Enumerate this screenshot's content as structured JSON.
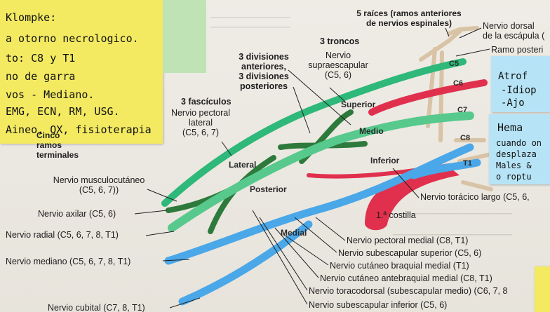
{
  "notes": {
    "yellow_left": [
      "Klompke:",
      "a otorno necrologico.",
      "to: C8 y T1",
      "no de garra",
      "vos - Mediano.",
      "EMG, ECN, RM, USG.",
      "Aineo, QX, fisioterapia"
    ],
    "blue_top_right": [
      "Atrof",
      "-Idiop",
      "-Ajo"
    ],
    "blue_mid_right": [
      "Hema",
      "cuando on",
      "desplaza",
      "Males &",
      "o roptu"
    ]
  },
  "colors": {
    "yellow_note": "#f3ea62",
    "blue_note": "#b6e4f6",
    "green_note": "#bfe3b4",
    "upper_trunk": "#2eb87a",
    "middle_trunk": "#58c98d",
    "lower_trunk": "#4aa7e8",
    "posterior_division": "#2d7a3c",
    "artery_and_rib": "#e0304d",
    "nerve_root": "#d8c3a6"
  },
  "labels": {
    "five_roots": "5 raíces (ramos anteriores\nde nervios espinales)",
    "dorsal_scapular": "Nervio dorsal\nde la escápula (",
    "posterior_branch": "Ramo posteri",
    "three_trunks": "3 troncos",
    "suprascapular": "Nervio\nsupraescapular\n(C5, 6)",
    "three_divisions": "3 divisiones\nanteriores,\n3 divisiones\nposteriores",
    "three_cords": "3 fascículos",
    "lateral_pectoral": "Nervio pectoral\nlateral\n(C5, 6, 7)",
    "five_terminal": "Cinco\nramos\nterminales",
    "musculocutaneous": "Nervio musculocutáneo\n(C5, 6, 7))",
    "axillary": "Nervio axilar (C5, 6)",
    "radial": "Nervio radial (C5, 6, 7, 8, T1)",
    "median": "Nervio mediano (C5, 6, 7, 8, T1)",
    "ulnar": "Nervio cubital (C7, 8, T1)",
    "long_thoracic": "Nervio torácico largo (C5, 6,",
    "first_rib": "1.ª costilla",
    "medial_pectoral": "Nervio pectoral medial (C8, T1)",
    "upper_subscapular": "Nervio subescapular superior (C5, 6)",
    "medial_brachial_cutaneous": "Nervio cutáneo braquial medial (T1)",
    "medial_antebrachial_cutaneous": "Nervio cutáneo antebraquial medial (C8, T1)",
    "thoracodorsal": "Nervio toracodorsal (subescapular medio) (C6, 7, 8",
    "lower_subscapular": "Nervio subescapular inferior (C5, 6)",
    "superior": "Superior",
    "middle": "Medio",
    "inferior": "Inferior",
    "lateral": "Lateral",
    "posterior": "Posterior",
    "medial": "Medial",
    "root_c5": "C5",
    "root_c6": "C6",
    "root_c7": "C7",
    "root_c8": "C8",
    "root_t1": "T1"
  }
}
